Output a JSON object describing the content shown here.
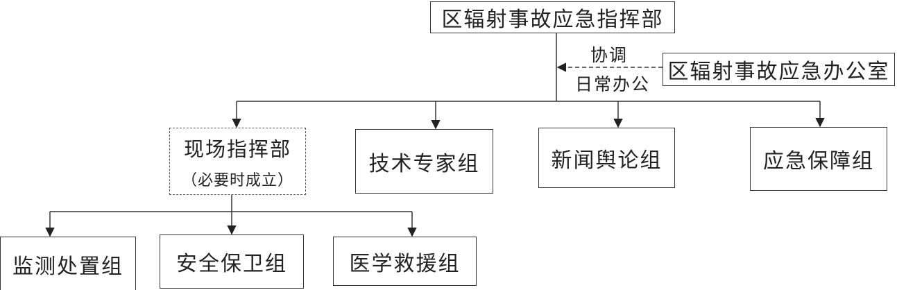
{
  "diagram": {
    "nodes": {
      "hq": "区辐射事故应急指挥部",
      "office": "区辐射事故应急办公室",
      "onsite": "现场指挥部",
      "onsite_note": "（必要时成立）",
      "tech": "技术专家组",
      "news": "新闻舆论组",
      "support": "应急保障组",
      "monitor": "监测处置组",
      "security": "安全保卫组",
      "medical": "医学救援组"
    },
    "edge_labels": {
      "coordinate": "协调",
      "daily": "日常办公"
    }
  }
}
